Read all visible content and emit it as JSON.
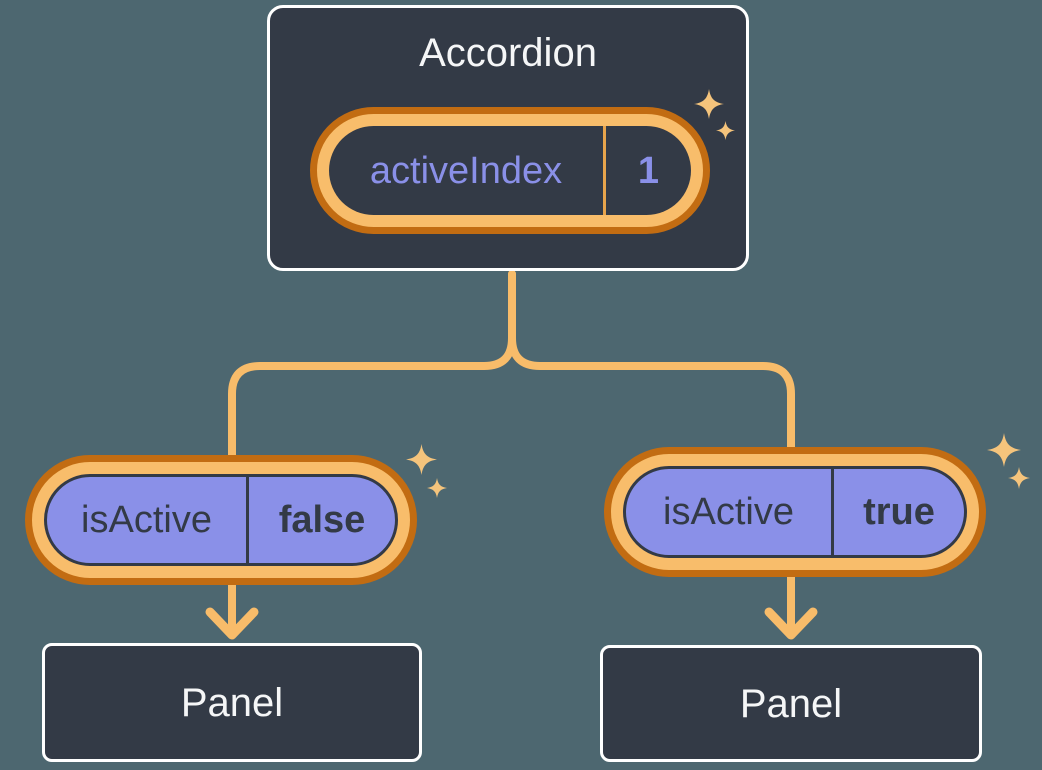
{
  "accordion": {
    "title": "Accordion",
    "state_pill": {
      "label": "activeIndex",
      "value": "1"
    }
  },
  "children": [
    {
      "prop_pill": {
        "label": "isActive",
        "value": "false"
      },
      "panel": {
        "title": "Panel"
      }
    },
    {
      "prop_pill": {
        "label": "isActive",
        "value": "true"
      },
      "panel": {
        "title": "Panel"
      }
    }
  ],
  "colors": {
    "background": "#4D6770",
    "node_fill": "#333A46",
    "node_border": "#FFFFFF",
    "ring_orange_dark": "#C26C12",
    "ring_orange_light": "#F8BD6B",
    "connector_orange": "#F8BC6A",
    "sparkle_orange": "#F5C47C",
    "purple": "#8A90E8",
    "text_light": "#F5F6F7",
    "text_dark": "#333A46"
  },
  "icons": {
    "sparkle": "four-point-star-sparkle"
  }
}
